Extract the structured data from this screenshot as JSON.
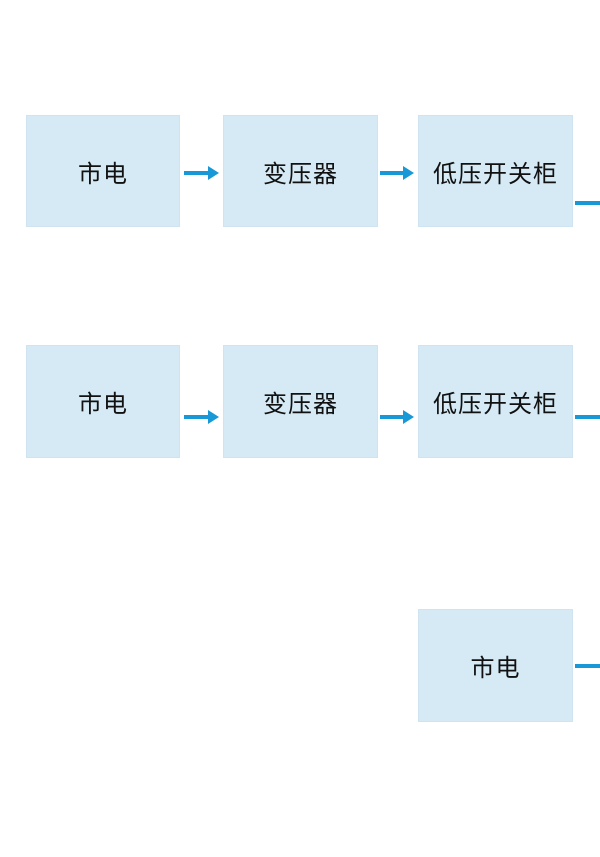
{
  "diagram": {
    "colors": {
      "background": "#ffffff",
      "box_fill": "#d5eaf5",
      "box_border": "#cfe4f0",
      "arrow": "#1898d6",
      "text": "#111111"
    },
    "rows": [
      {
        "boxes": [
          {
            "label": "市电"
          },
          {
            "label": "变压器"
          },
          {
            "label": "低压开关柜"
          }
        ]
      },
      {
        "boxes": [
          {
            "label": "市电"
          },
          {
            "label": "变压器"
          },
          {
            "label": "低压开关柜"
          }
        ]
      },
      {
        "boxes": [
          {
            "label": "市电"
          }
        ]
      }
    ]
  }
}
